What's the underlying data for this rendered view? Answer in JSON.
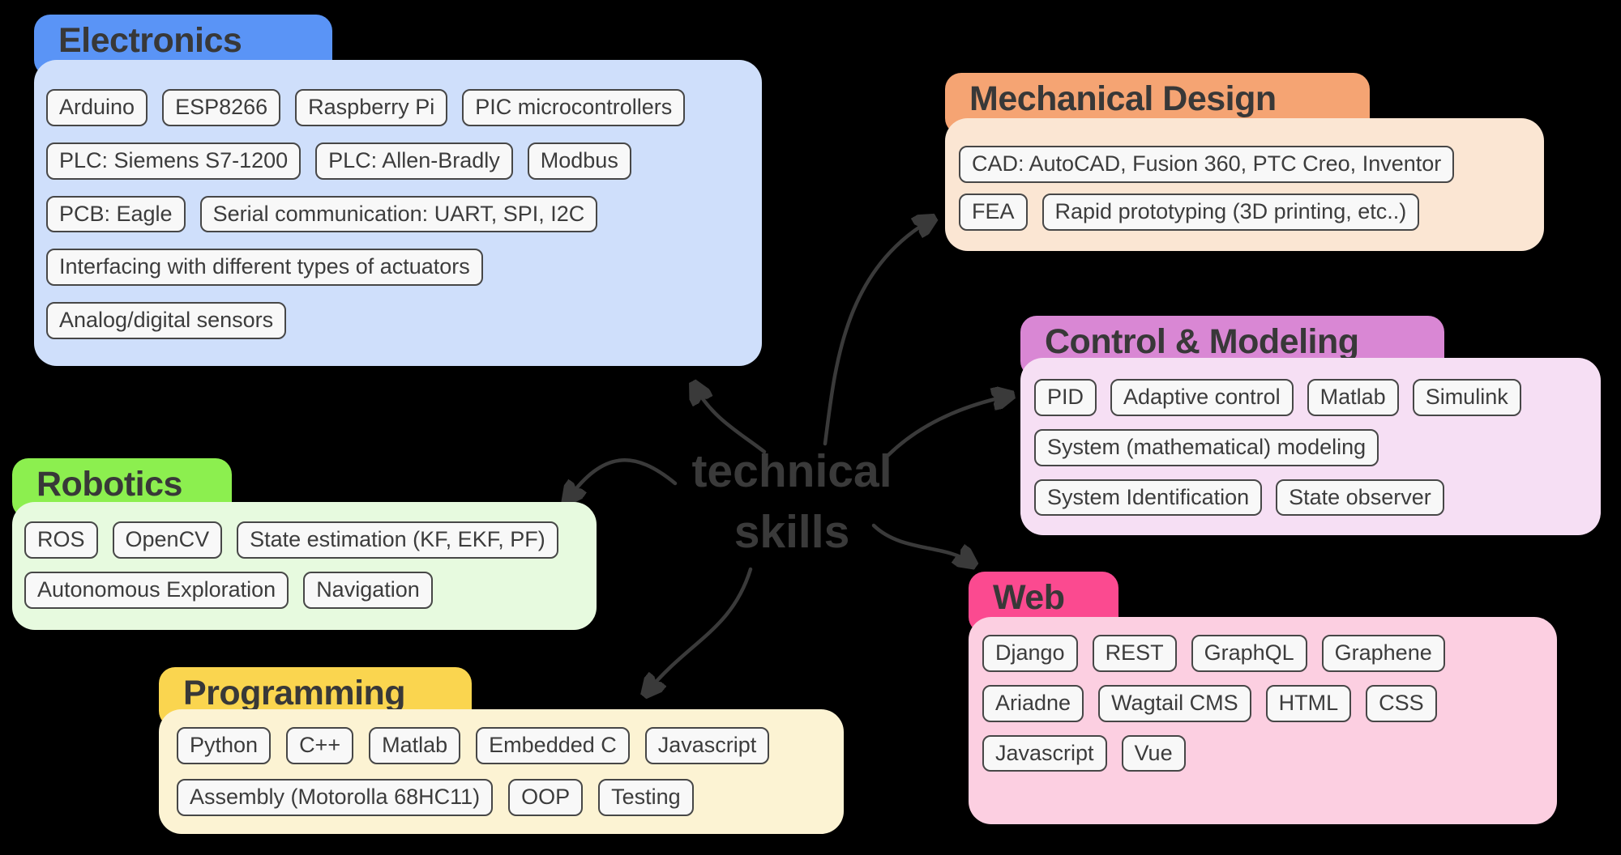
{
  "center": {
    "label": "technical skills"
  },
  "arrow_color": "#3A3A3A",
  "pill_style": {
    "background": "#F8F8F8",
    "border": "#474747",
    "text": "#3C3C3C"
  },
  "sections": {
    "electronics": {
      "label": "Electronics",
      "header_color": "#5A94F6",
      "body_color": "#CFDFFB",
      "rows": [
        [
          "Arduino",
          "ESP8266",
          "Raspberry Pi",
          "PIC microcontrollers"
        ],
        [
          "PLC: Siemens S7-1200",
          "PLC: Allen-Bradly",
          "Modbus"
        ],
        [
          "PCB: Eagle",
          "Serial communication: UART, SPI, I2C"
        ],
        [
          "Interfacing with different types of actuators"
        ],
        [
          "Analog/digital sensors"
        ]
      ]
    },
    "mechanical_design": {
      "label": "Mechanical Design",
      "header_color": "#F5A473",
      "body_color": "#FBE6D3",
      "rows": [
        [
          "CAD: AutoCAD, Fusion 360, PTC Creo, Inventor"
        ],
        [
          "FEA",
          "Rapid prototyping (3D printing, etc..)"
        ]
      ]
    },
    "control_modeling": {
      "label": "Control & Modeling",
      "header_color": "#D987D4",
      "body_color": "#F6DFF4",
      "rows": [
        [
          "PID",
          "Adaptive control",
          "Matlab",
          "Simulink"
        ],
        [
          "System (mathematical) modeling"
        ],
        [
          "System Identification",
          "State observer"
        ]
      ]
    },
    "robotics": {
      "label": "Robotics",
      "header_color": "#8CEF4F",
      "body_color": "#E7FADF",
      "rows": [
        [
          "ROS",
          "OpenCV",
          "State estimation (KF, EKF, PF)"
        ],
        [
          "Autonomous Exploration",
          "Navigation"
        ]
      ]
    },
    "programming": {
      "label": "Programming",
      "header_color": "#FAD54F",
      "body_color": "#FCF3D3",
      "rows": [
        [
          "Python",
          "C++",
          "Matlab",
          "Embedded C",
          "Javascript"
        ],
        [
          "Assembly (Motorolla 68HC11)",
          "OOP",
          "Testing"
        ]
      ]
    },
    "web": {
      "label": "Web",
      "header_color": "#FB4A90",
      "body_color": "#FCCFE1",
      "rows": [
        [
          "Django",
          "REST",
          "GraphQL",
          "Graphene"
        ],
        [
          "Ariadne",
          "Wagtail CMS",
          "HTML",
          "CSS"
        ],
        [
          "Javascript",
          "Vue"
        ]
      ]
    }
  }
}
